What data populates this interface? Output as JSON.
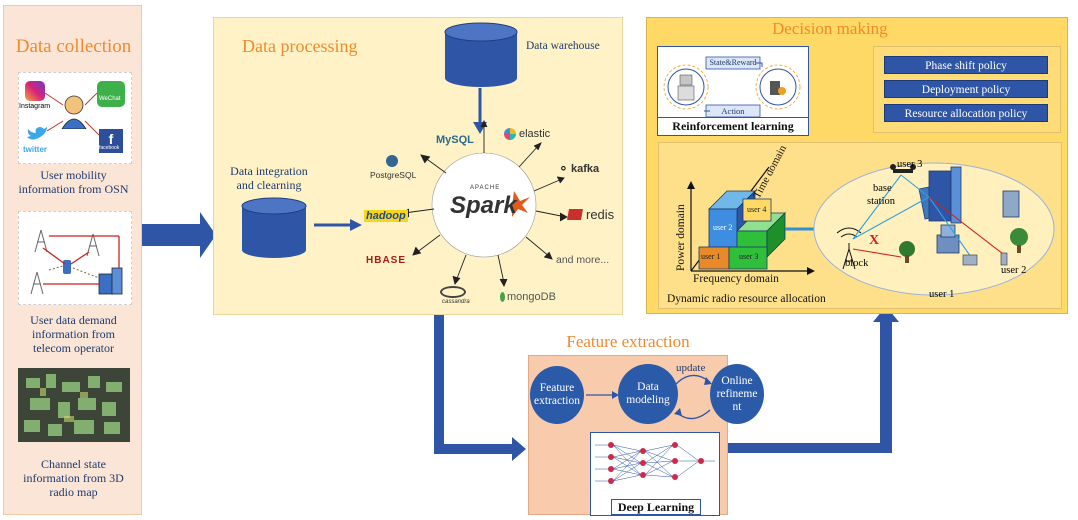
{
  "data_collection": {
    "title": "Data collection",
    "osn_label_line1": "User mobility",
    "osn_label_line2": "information from OSN",
    "telecom_label_line1": "User data demand",
    "telecom_label_line2": "information from",
    "telecom_label_line3": "telecom operator",
    "map_label_line1": "Channel state",
    "map_label_line2": "information from 3D",
    "map_label_line3": "radio map",
    "social_apps": [
      "Instagram",
      "WeChat",
      "twitter",
      "facebook"
    ]
  },
  "data_processing": {
    "title": "Data processing",
    "warehouse_label": "Data warehouse",
    "integration_line1": "Data integration",
    "integration_line2": "and clearning",
    "center_logo": "Spark",
    "center_logo_top": "APACHE",
    "logos": [
      "MySQL",
      "elastic",
      "kafka",
      "redis",
      "and more...",
      "mongoDB",
      "cassandra",
      "HBASE",
      "hadoop",
      "PostgreSQL"
    ]
  },
  "feature_extraction": {
    "title": "Feature extraction",
    "node1_line1": "Feature",
    "node1_line2": "extraction",
    "node2_line1": "Data",
    "node2_line2": "modeling",
    "node3_line1": "Online",
    "node3_line2": "refineme",
    "node3_line3": "nt",
    "update_label": "update",
    "deep_learning_label": "Deep Learning"
  },
  "decision_making": {
    "title": "Decision making",
    "state_reward_label": "State&Reward",
    "action_label": "Action",
    "rl_label": "Reinforcement learning",
    "policies": [
      "Phase shift policy",
      "Deployment policy",
      "Resource allocation policy"
    ],
    "time_domain_label": "Time domain",
    "power_domain_label": "Power domain",
    "frequency_domain_label": "Frequency domain",
    "users_in_chart": [
      "user 1",
      "user 2",
      "user 3",
      "user 4"
    ],
    "dynamic_label": "Dynamic radio resource allocation",
    "scene_labels": {
      "user3": "user 3",
      "base_station_line1": "base",
      "base_station_line2": "station",
      "block": "block",
      "user1": "user 1",
      "user2": "user 2",
      "block_mark": "X"
    }
  },
  "colors": {
    "collection_bg": "#fbe5d6",
    "processing_bg": "#fff2c6",
    "decision_bg": "#ffd966",
    "feature_bg": "#f8cbad",
    "arrow_blue": "#2f56a6",
    "title_orange": "#f08a2c"
  }
}
